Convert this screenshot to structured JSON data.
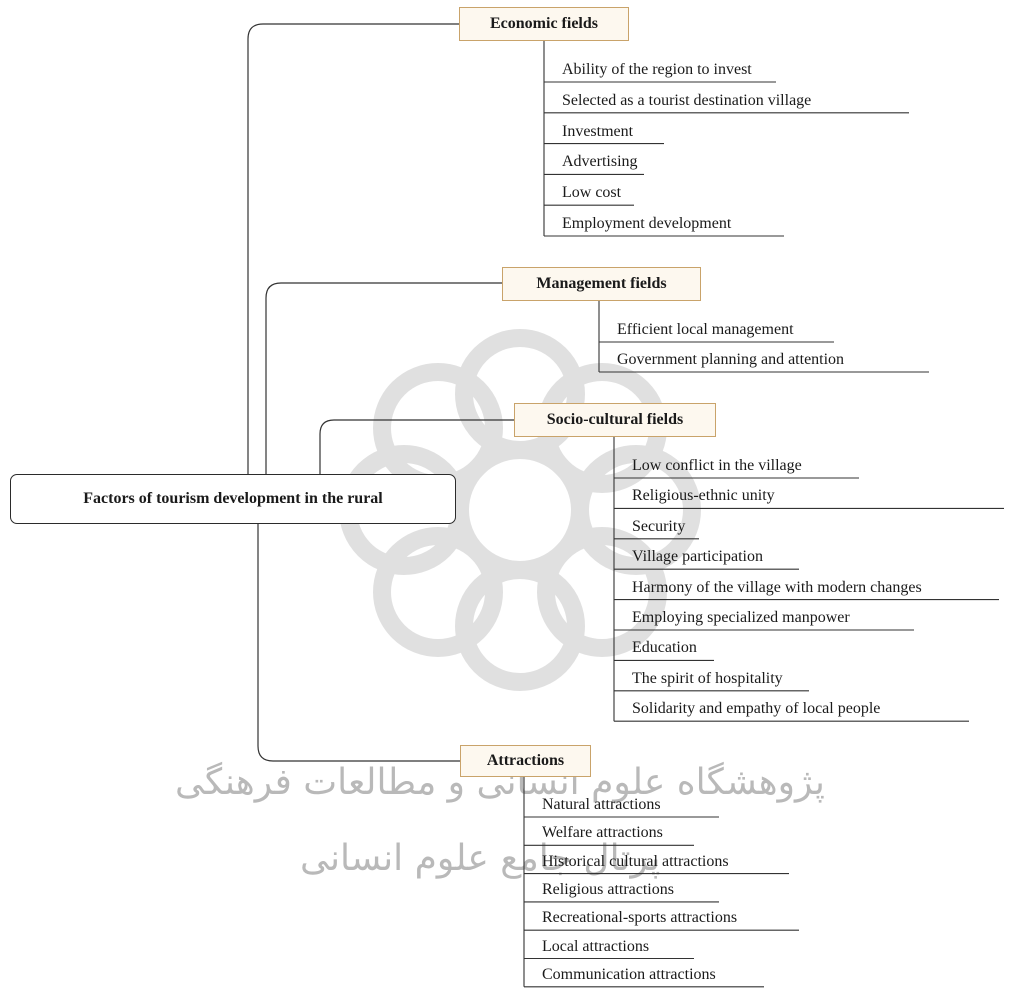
{
  "root": {
    "label": "Factors of tourism development in the rural"
  },
  "categories": [
    {
      "label": "Economic fields",
      "items": [
        "Ability of the region to invest",
        "Selected as a tourist destination village",
        "Investment",
        "Advertising",
        "Low cost",
        "Employment development"
      ]
    },
    {
      "label": "Management fields",
      "items": [
        "Efficient local management",
        "Government planning and attention"
      ]
    },
    {
      "label": "Socio-cultural fields",
      "items": [
        "Low conflict in the village",
        "Religious-ethnic unity",
        "Security",
        "Village participation",
        "Harmony of the village with modern changes",
        "Employing specialized manpower",
        "Education",
        "The spirit of hospitality",
        "Solidarity and empathy of local people"
      ]
    },
    {
      "label": "Attractions",
      "items": [
        "Natural attractions",
        "Welfare attractions",
        "Historical cultural attractions",
        "Religious attractions",
        "Recreational-sports attractions",
        "Local attractions",
        "Communication attractions"
      ]
    }
  ],
  "watermark": {
    "line1": "پژوهشگاه علوم انسانی و مطالعات فرهنگی",
    "line2": "پرتال جامع علوم انسانی"
  }
}
